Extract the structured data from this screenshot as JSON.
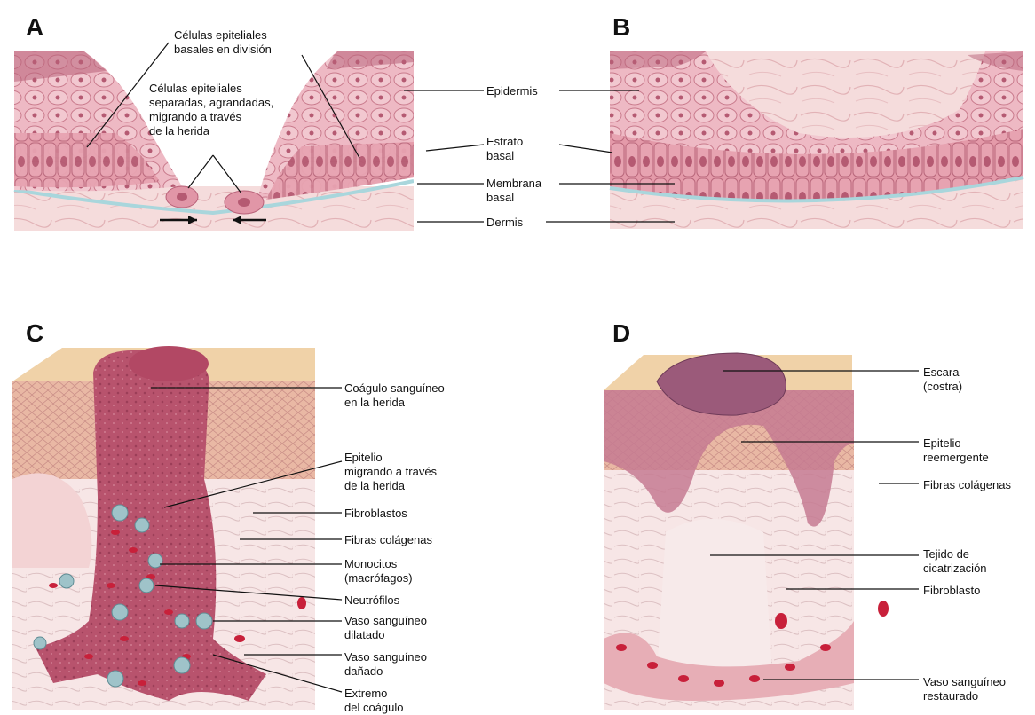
{
  "panels": {
    "A": {
      "letter": "A",
      "labels": {
        "basal_dividing": [
          "Células epiteliales",
          "basales en división"
        ],
        "migrating": [
          "Células epiteliales",
          "separadas, agrandadas,",
          "migrando a través",
          "de la herida"
        ],
        "epidermis": [
          "Epidermis"
        ],
        "estrato_basal": [
          "Estrato",
          "basal"
        ],
        "membrana_basal": [
          "Membrana",
          "basal"
        ],
        "dermis": [
          "Dermis"
        ]
      }
    },
    "B": {
      "letter": "B"
    },
    "C": {
      "letter": "C",
      "labels": {
        "coagulo": [
          "Coágulo sanguíneo",
          "en la herida"
        ],
        "epitelio_migrando": [
          "Epitelio",
          "migrando a través",
          "de la herida"
        ],
        "fibroblastos": [
          "Fibroblastos"
        ],
        "fibras": [
          "Fibras colágenas"
        ],
        "monocitos": [
          "Monocitos",
          "(macrófagos)"
        ],
        "neutrofilos": [
          "Neutrófilos"
        ],
        "vaso_dilatado": [
          "Vaso sanguíneo",
          "dilatado"
        ],
        "vaso_danado": [
          "Vaso sanguíneo",
          "dañado"
        ],
        "extremo": [
          "Extremo",
          "del coágulo"
        ]
      }
    },
    "D": {
      "letter": "D",
      "labels": {
        "escara": [
          "Escara",
          "(costra)"
        ],
        "epitelio_reemergente": [
          "Epitelio",
          "reemergente"
        ],
        "fibras": [
          "Fibras colágenas"
        ],
        "tejido": [
          "Tejido de",
          "cicatrización"
        ],
        "fibroblasto": [
          "Fibroblasto"
        ],
        "vaso_restaurado": [
          "Vaso sanguíneo",
          "restaurado"
        ]
      }
    }
  },
  "colors": {
    "epithelium": "#e9a9b6",
    "cell_nucleus": "#b55a72",
    "dermis": "#f3d3d4",
    "membrane": "#a9d6dc",
    "clot": "#b8536d",
    "skin_top": "#f0d2a8",
    "rbc": "#c8203a",
    "leukocyte": "#9fc3c9"
  }
}
